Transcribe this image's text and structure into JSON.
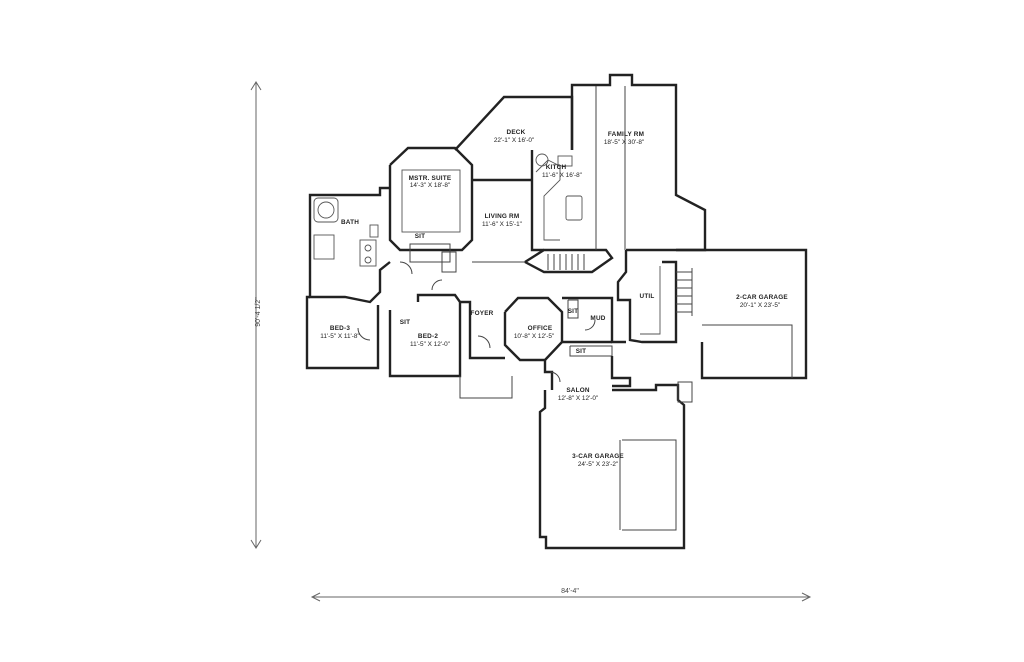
{
  "rooms": [
    {
      "id": "deck",
      "name": "DECK",
      "size": "22'-1\" X 16'-0\""
    },
    {
      "id": "family",
      "name": "FAMILY RM",
      "size": "18'-5\" X 30'-8\""
    },
    {
      "id": "kitchen",
      "name": "KITCH",
      "size": "11'-6\" X 16'-8\""
    },
    {
      "id": "master",
      "name": "MSTR. SUITE",
      "size": "14'-3\" X 18'-8\""
    },
    {
      "id": "living",
      "name": "LIVING RM",
      "size": "11'-6\" X 15'-1\""
    },
    {
      "id": "bath",
      "name": "BATH",
      "size": ""
    },
    {
      "id": "bed3",
      "name": "BED-3",
      "size": "11'-5\" X 11'-8\""
    },
    {
      "id": "bed2",
      "name": "BED-2",
      "size": "11'-5\" X 12'-0\""
    },
    {
      "id": "foyer",
      "name": "FOYER",
      "size": ""
    },
    {
      "id": "office",
      "name": "OFFICE",
      "size": "10'-8\" X 12'-5\""
    },
    {
      "id": "mud",
      "name": "MUD",
      "size": ""
    },
    {
      "id": "util",
      "name": "UTIL",
      "size": ""
    },
    {
      "id": "salon",
      "name": "SALON",
      "size": "12'-8\" X 12'-0\""
    },
    {
      "id": "garage2",
      "name": "2-CAR GARAGE",
      "size": "20'-1\" X 23'-5\""
    },
    {
      "id": "garage3",
      "name": "3-CAR GARAGE",
      "size": "24'-5\" X 23'-2\""
    }
  ],
  "closets": {
    "master": "SIT",
    "bed2": "SIT",
    "mud_upper": "SIT",
    "mud_lower": "SIT"
  },
  "dimensions": {
    "overall_depth": "90'-4 1/2\"",
    "overall_width": "84'-4\""
  }
}
